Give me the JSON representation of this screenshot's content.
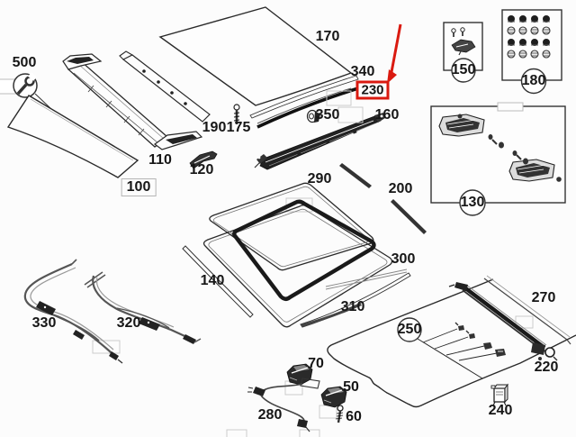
{
  "figure": {
    "kind": "exploded-parts-diagram",
    "subject": "sunroof / roof assembly parts diagram",
    "highlighted_part": "230"
  },
  "colors": {
    "highlight_red": "#da1a10",
    "line_dark": "#222222",
    "hotspot_gray": "#cccccc",
    "paper": "#fcfcfc"
  },
  "icons": {
    "badge_500": "wrench-icon",
    "highlight_marker": "red-arrow-icon",
    "box_180_content": "fastener-grid-icon",
    "box_150_content": "screws-and-clip-icon"
  },
  "callouts": {
    "c50": {
      "text": "50"
    },
    "c60": {
      "text": "60"
    },
    "c70": {
      "text": "70"
    },
    "c100": {
      "text": "100"
    },
    "c110": {
      "text": "110"
    },
    "c120": {
      "text": "120"
    },
    "c130": {
      "text": "130"
    },
    "c140": {
      "text": "140"
    },
    "c150": {
      "text": "150"
    },
    "c160": {
      "text": "160"
    },
    "c170": {
      "text": "170"
    },
    "c175": {
      "text": "175"
    },
    "c180": {
      "text": "180"
    },
    "c190": {
      "text": "190"
    },
    "c200": {
      "text": "200"
    },
    "c220": {
      "text": "220"
    },
    "c230": {
      "text": "230",
      "highlighted": true
    },
    "c240": {
      "text": "240"
    },
    "c250": {
      "text": "250"
    },
    "c270": {
      "text": "270"
    },
    "c280": {
      "text": "280"
    },
    "c290": {
      "text": "290"
    },
    "c300": {
      "text": "300"
    },
    "c310": {
      "text": "310"
    },
    "c320": {
      "text": "320"
    },
    "c330": {
      "text": "330"
    },
    "c340": {
      "text": "340"
    },
    "c350": {
      "text": "350"
    },
    "c500": {
      "text": "500"
    }
  }
}
